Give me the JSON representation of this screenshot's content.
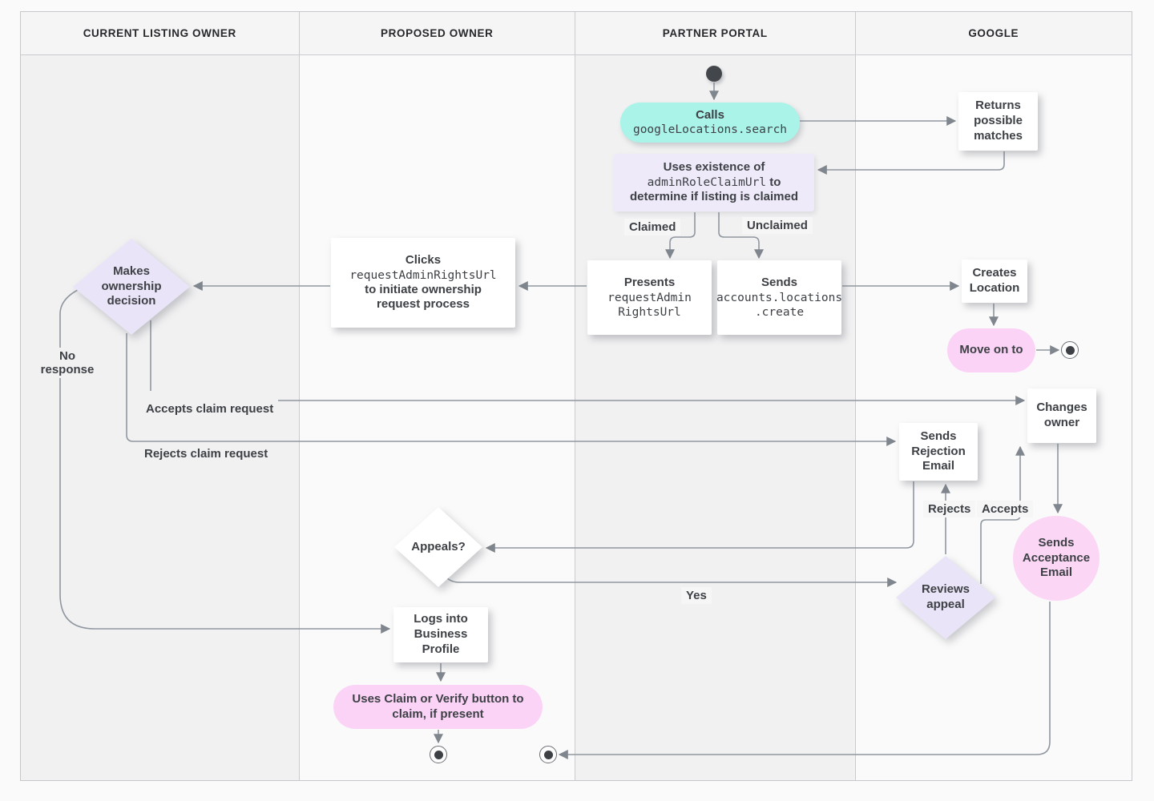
{
  "lanes": [
    {
      "label": "CURRENT LISTING OWNER"
    },
    {
      "label": "PROPOSED OWNER"
    },
    {
      "label": "PARTNER PORTAL"
    },
    {
      "label": "GOOGLE"
    }
  ],
  "nodes": {
    "calls": {
      "title": "Calls",
      "code": "googleLocations.search"
    },
    "returns_matches": {
      "label": "Returns possible matches"
    },
    "uses_existence": {
      "line1": "Uses existence of",
      "code": "adminRoleClaimUrl",
      "line2_suffix": " to",
      "line3": "determine if listing is claimed"
    },
    "presents": {
      "title": "Presents",
      "code_line1": "requestAdmin",
      "code_line2": "RightsUrl"
    },
    "sends_create": {
      "title": "Sends",
      "code_line1": "accounts.locations",
      "code_line2": ".create"
    },
    "creates_location": {
      "label": "Creates Location"
    },
    "move_on": {
      "label": "Move on to"
    },
    "clicks": {
      "title": "Clicks",
      "code": "requestAdminRightsUrl",
      "rest": "to initiate ownership request process"
    },
    "makes_decision": {
      "label": "Makes ownership decision"
    },
    "changes_owner": {
      "label": "Changes owner"
    },
    "sends_rejection": {
      "label": "Sends Rejection Email"
    },
    "sends_acceptance": {
      "label": "Sends Acceptance Email"
    },
    "reviews_appeal": {
      "label": "Reviews appeal"
    },
    "appeals": {
      "label": "Appeals?"
    },
    "logs_in": {
      "label": "Logs into Business Profile"
    },
    "claim_verify": {
      "label": "Uses Claim or Verify button to claim, if present"
    }
  },
  "edge_labels": {
    "claimed": "Claimed",
    "unclaimed": "Unclaimed",
    "no_response": "No response",
    "accepts_claim": "Accepts claim request",
    "rejects_claim": "Rejects claim request",
    "rejects": "Rejects",
    "accepts": "Accepts",
    "yes": "Yes"
  },
  "colors": {
    "teal_action": "#a9f3e9",
    "lavender_note": "#eeeaf9",
    "lavender_decision": "#e9e4f7",
    "pink_terminal": "#fbd3f6",
    "pink_email": "#fbd7f5",
    "wire": "#9097a0",
    "text": "#3d4045"
  }
}
